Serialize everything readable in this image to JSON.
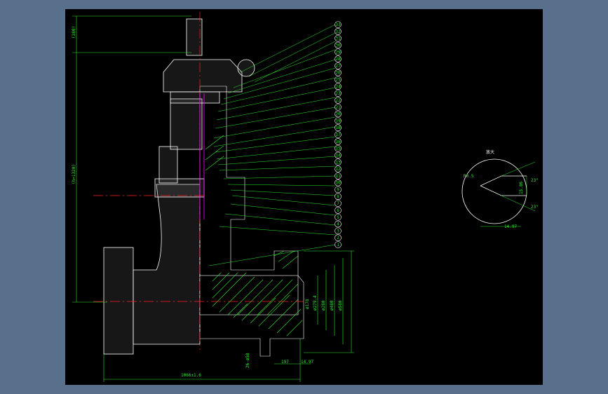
{
  "drawing": {
    "dim_total_length": "1066±1.6",
    "dim_height_top": "(380)",
    "dim_height_open": "(h=1320)",
    "dim_bore_1": "ø178",
    "dim_bore_2": "ø279.4",
    "dim_bore_3": "ø280",
    "dim_bore_4": "ø480",
    "dim_bore_5": "ø580",
    "dim_bottom_1": "197",
    "dim_bottom_2": "14.97",
    "dim_bottom_3": "26-ø58",
    "detail_title": "放大",
    "detail_radius": "R0.5",
    "detail_angle_1": "23°",
    "detail_angle_2": "23°",
    "detail_width": "15.86",
    "detail_bottom": "14.97",
    "part_numbers": [
      "33",
      "32",
      "31",
      "30",
      "29",
      "28",
      "27",
      "26",
      "25",
      "24",
      "23",
      "22",
      "21",
      "20",
      "19",
      "18",
      "17",
      "16",
      "15",
      "14",
      "13",
      "12",
      "11",
      "10",
      "9",
      "8",
      "7",
      "6",
      "5",
      "4",
      "3",
      "2",
      "1"
    ],
    "colors": {
      "line": "#2ee82e",
      "outline": "#ffffff",
      "center": "#ff2020",
      "accent": "#ff00ff",
      "gray": "#bfbfbf",
      "background": "#000000",
      "frame": "#58708c"
    }
  }
}
